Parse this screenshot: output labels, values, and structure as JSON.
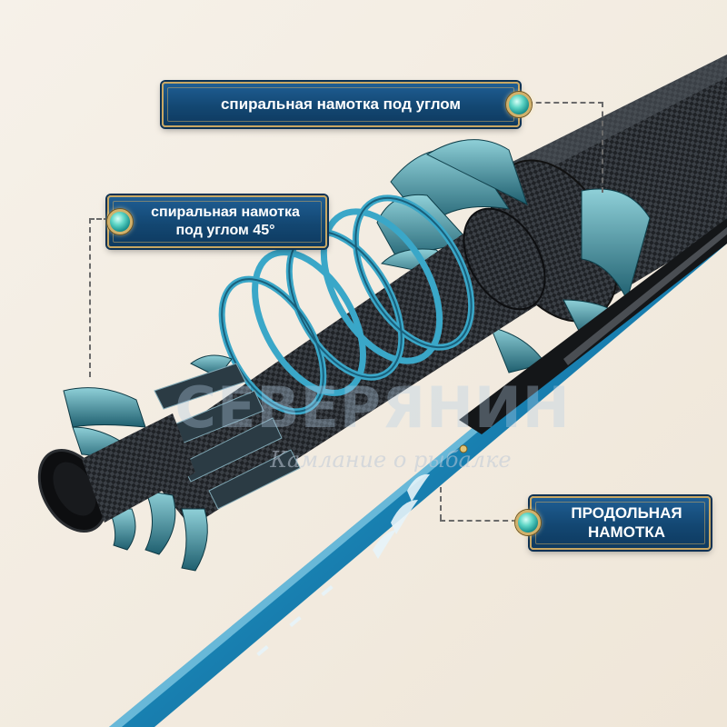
{
  "callouts": {
    "top": "спиральная намотка под углом",
    "left": "спиральная намотка\nпод углом 45°",
    "bottom": "ПРОДОЛЬНАЯ\nНАМОТКА"
  },
  "watermark": {
    "main": "СЕВЕРЯНИН",
    "sub": "Камлание о рыбалке"
  },
  "colors": {
    "background": "#f3ede4",
    "rod_blue": "#1b7fae",
    "spiral_teal": "#2d95b5",
    "carbon": "#1d1f22",
    "callout_bg": "#134772",
    "callout_border": "#c8a763"
  }
}
